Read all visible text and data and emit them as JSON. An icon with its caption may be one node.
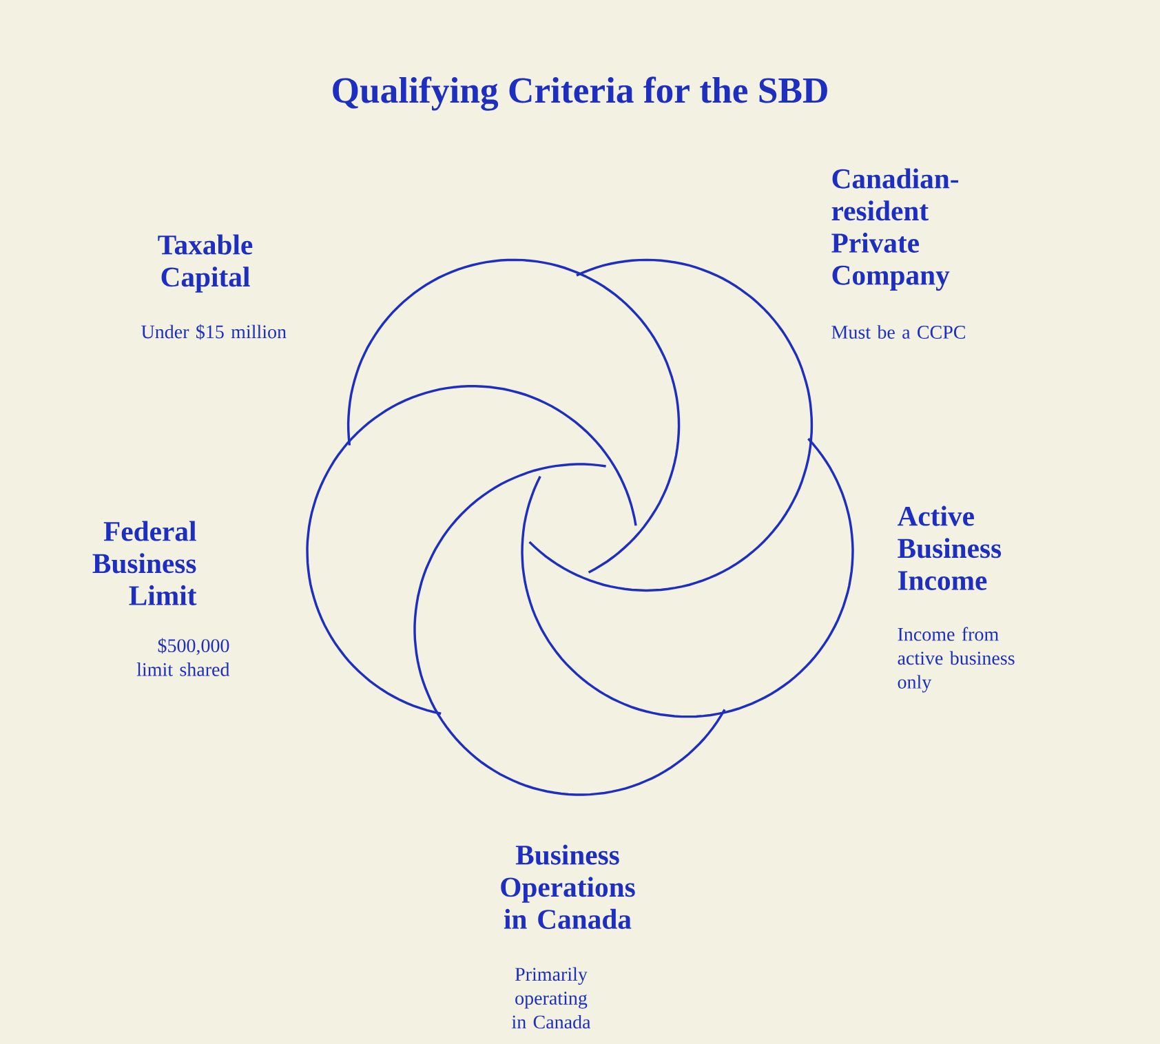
{
  "diagram": {
    "title": "Qualifying Criteria for the SBD",
    "nodes": [
      {
        "text": [],
        "shape": "circle",
        "beside": [
          "Taxable Capital",
          "Under $15 million"
        ]
      },
      {
        "text": [],
        "shape": "circle",
        "beside": [
          "Canadian-resident Private Company",
          "Must be a CCPC"
        ]
      },
      {
        "text": [],
        "shape": "circle",
        "beside": [
          "Active Business Income",
          "Income from active business only"
        ]
      },
      {
        "text": [],
        "shape": "circle",
        "beside": [
          "Business Operations in Canada",
          "Primarily operating in Canada"
        ]
      },
      {
        "text": [],
        "shape": "circle",
        "beside": [
          "Federal Business Limit",
          "$500,000 limit shared"
        ]
      }
    ]
  }
}
